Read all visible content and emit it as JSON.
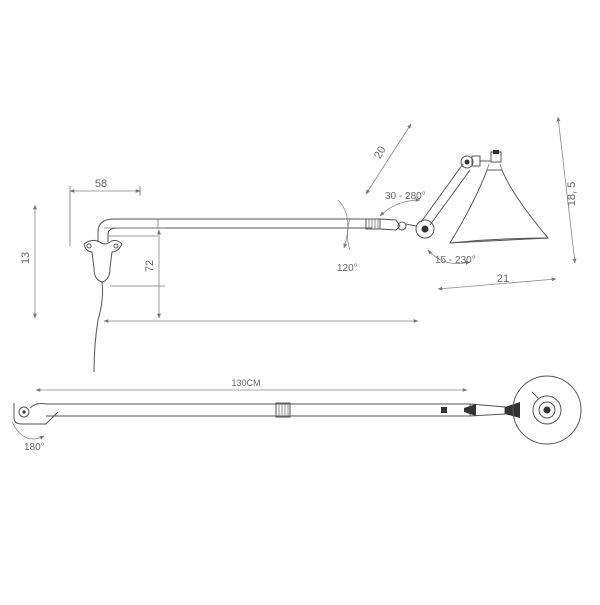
{
  "diagram": {
    "side_view": {
      "dims": {
        "width_58": "58",
        "height_13": "13",
        "height_72": "72",
        "shade_20": "20",
        "shade_18_5": "18, 5",
        "shade_21": "21"
      },
      "angles": {
        "joint_30_280": "30 - 280°",
        "wall_120": "120°",
        "shade_15_230": "15 - 230°"
      }
    },
    "top_view": {
      "length_label": "130CM",
      "rotation_label": "180°"
    }
  }
}
